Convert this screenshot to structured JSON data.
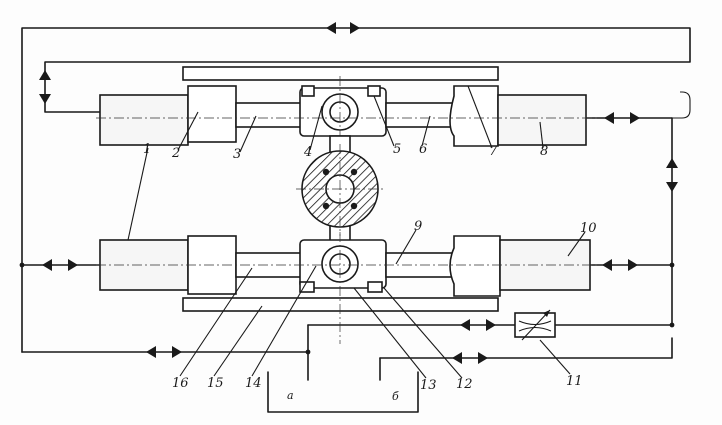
{
  "part_labels": [
    "1",
    "2",
    "3",
    "4",
    "5",
    "6",
    "7",
    "8",
    "9",
    "10",
    "11",
    "12",
    "13",
    "14",
    "15",
    "16"
  ],
  "port_labels": [
    "а",
    "б"
  ]
}
